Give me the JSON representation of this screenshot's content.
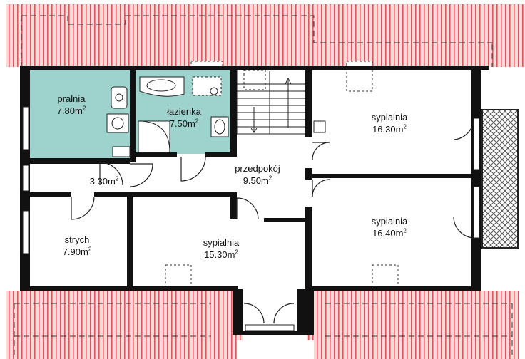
{
  "rooms": [
    {
      "id": "pralnia",
      "name": "pralnia",
      "area": "7.80",
      "unit": "m",
      "exp": "2"
    },
    {
      "id": "lazienka",
      "name": "łazienka",
      "area": "7.50",
      "unit": "m",
      "exp": "2"
    },
    {
      "id": "korytarz",
      "name": "",
      "area": "3.30",
      "unit": "m",
      "exp": "2"
    },
    {
      "id": "przedpokoj",
      "name": "przedpokój",
      "area": "9.50",
      "unit": "m",
      "exp": "2"
    },
    {
      "id": "sypialnia1",
      "name": "sypialnia",
      "area": "16.30",
      "unit": "m",
      "exp": "2"
    },
    {
      "id": "sypialnia2",
      "name": "sypialnia",
      "area": "16.40",
      "unit": "m",
      "exp": "2"
    },
    {
      "id": "strych",
      "name": "strych",
      "area": "7.90",
      "unit": "m",
      "exp": "2"
    },
    {
      "id": "sypialnia3",
      "name": "sypialnia",
      "area": "15.30",
      "unit": "m",
      "exp": "2"
    }
  ],
  "colors": {
    "roof_fill": "#f6d6d6",
    "roof_stripe": "#e0565a",
    "wet_room_fill": "#9ed3cd",
    "wall": "#111111",
    "balcony_hatch": "#555555"
  }
}
